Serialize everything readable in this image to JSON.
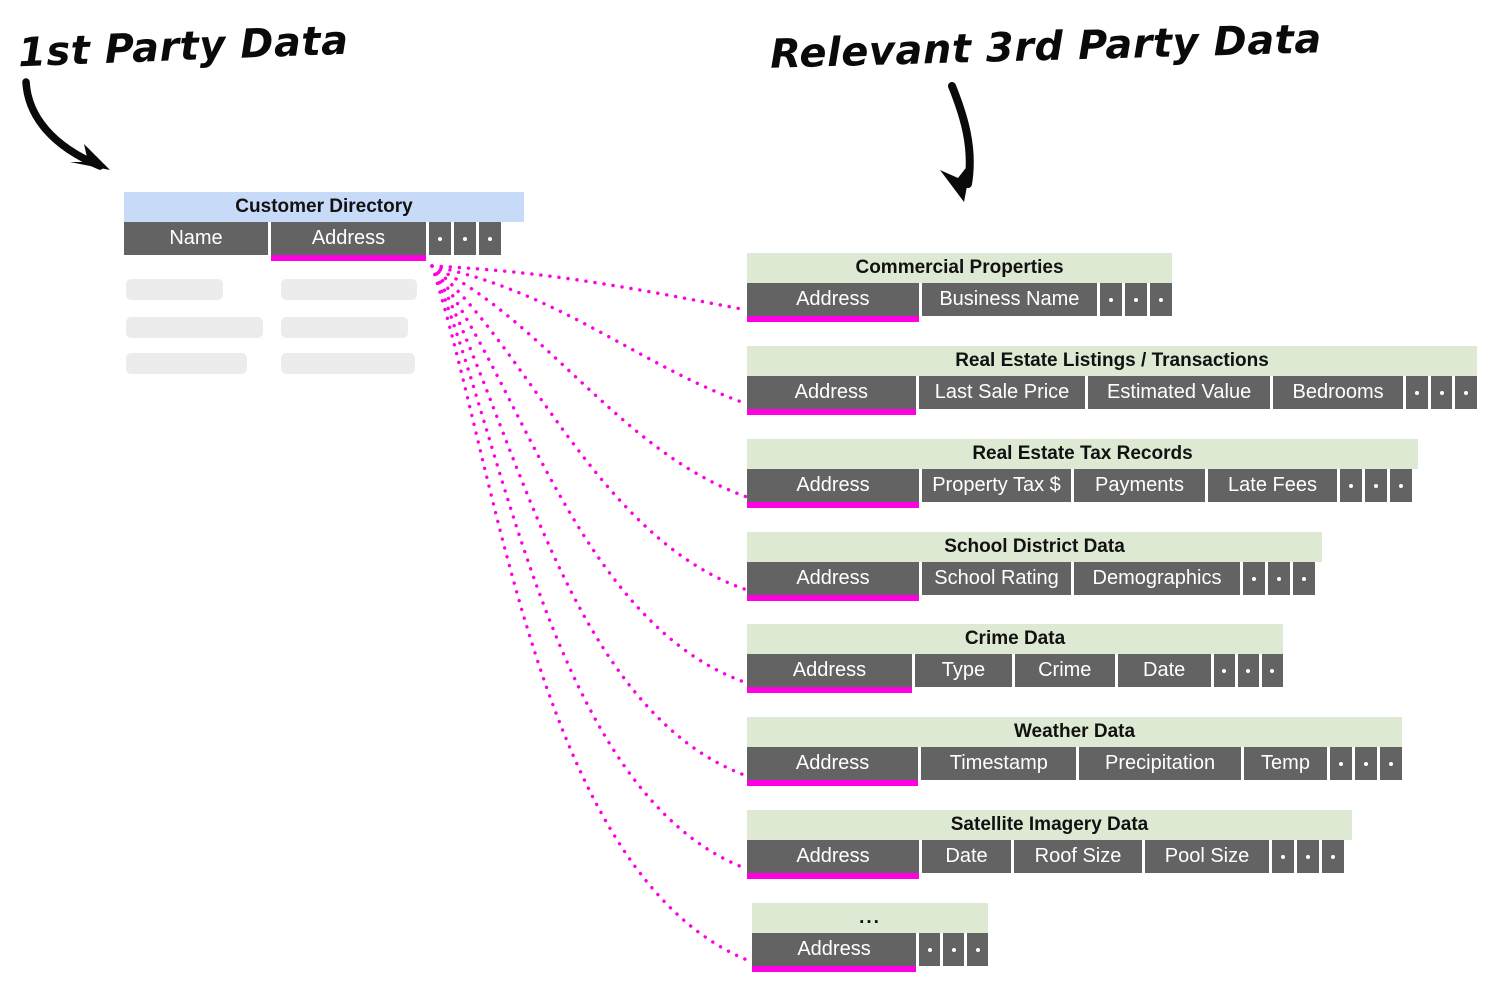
{
  "captions": {
    "first_party": "1st Party Data",
    "third_party": "Relevant 3rd Party Data"
  },
  "colors": {
    "first_party_title_bg": "#c7daf8",
    "third_party_title_bg": "#dde9d3",
    "header_cell_bg": "#636363",
    "join_key_accent": "#ff00e0",
    "skeleton_row": "#ececec",
    "text_dark": "#111111",
    "text_light": "#ffffff"
  },
  "first_party_table": {
    "title": "Customer Directory",
    "columns": [
      "Name",
      "Address"
    ],
    "key_column": "Address",
    "extra_columns": [
      ".",
      ".",
      "."
    ],
    "placeholder_rows": 3
  },
  "third_party_tables": [
    {
      "title": "Commercial Properties",
      "key_column": "Address",
      "columns": [
        "Business Name"
      ],
      "extra_columns": [
        ".",
        ".",
        "."
      ]
    },
    {
      "title": "Real Estate Listings / Transactions",
      "key_column": "Address",
      "columns": [
        "Last Sale Price",
        "Estimated Value",
        "Bedrooms"
      ],
      "extra_columns": [
        ".",
        ".",
        "."
      ]
    },
    {
      "title": "Real Estate Tax Records",
      "key_column": "Address",
      "columns": [
        "Property Tax $",
        "Payments",
        "Late Fees"
      ],
      "extra_columns": [
        ".",
        ".",
        "."
      ]
    },
    {
      "title": "School District Data",
      "key_column": "Address",
      "columns": [
        "School Rating",
        "Demographics"
      ],
      "extra_columns": [
        ".",
        ".",
        "."
      ]
    },
    {
      "title": "Crime Data",
      "key_column": "Address",
      "columns": [
        "Type",
        "Crime",
        "Date"
      ],
      "extra_columns": [
        ".",
        ".",
        "."
      ]
    },
    {
      "title": "Weather Data",
      "key_column": "Address",
      "columns": [
        "Timestamp",
        "Precipitation",
        "Temp"
      ],
      "extra_columns": [
        ".",
        ".",
        "."
      ]
    },
    {
      "title": "Satellite Imagery Data",
      "key_column": "Address",
      "columns": [
        "Date",
        "Roof Size",
        "Pool Size"
      ],
      "extra_columns": [
        ".",
        ".",
        "."
      ]
    },
    {
      "title": "...",
      "key_column": "Address",
      "columns": [],
      "extra_columns": [
        ".",
        ".",
        "."
      ]
    }
  ]
}
